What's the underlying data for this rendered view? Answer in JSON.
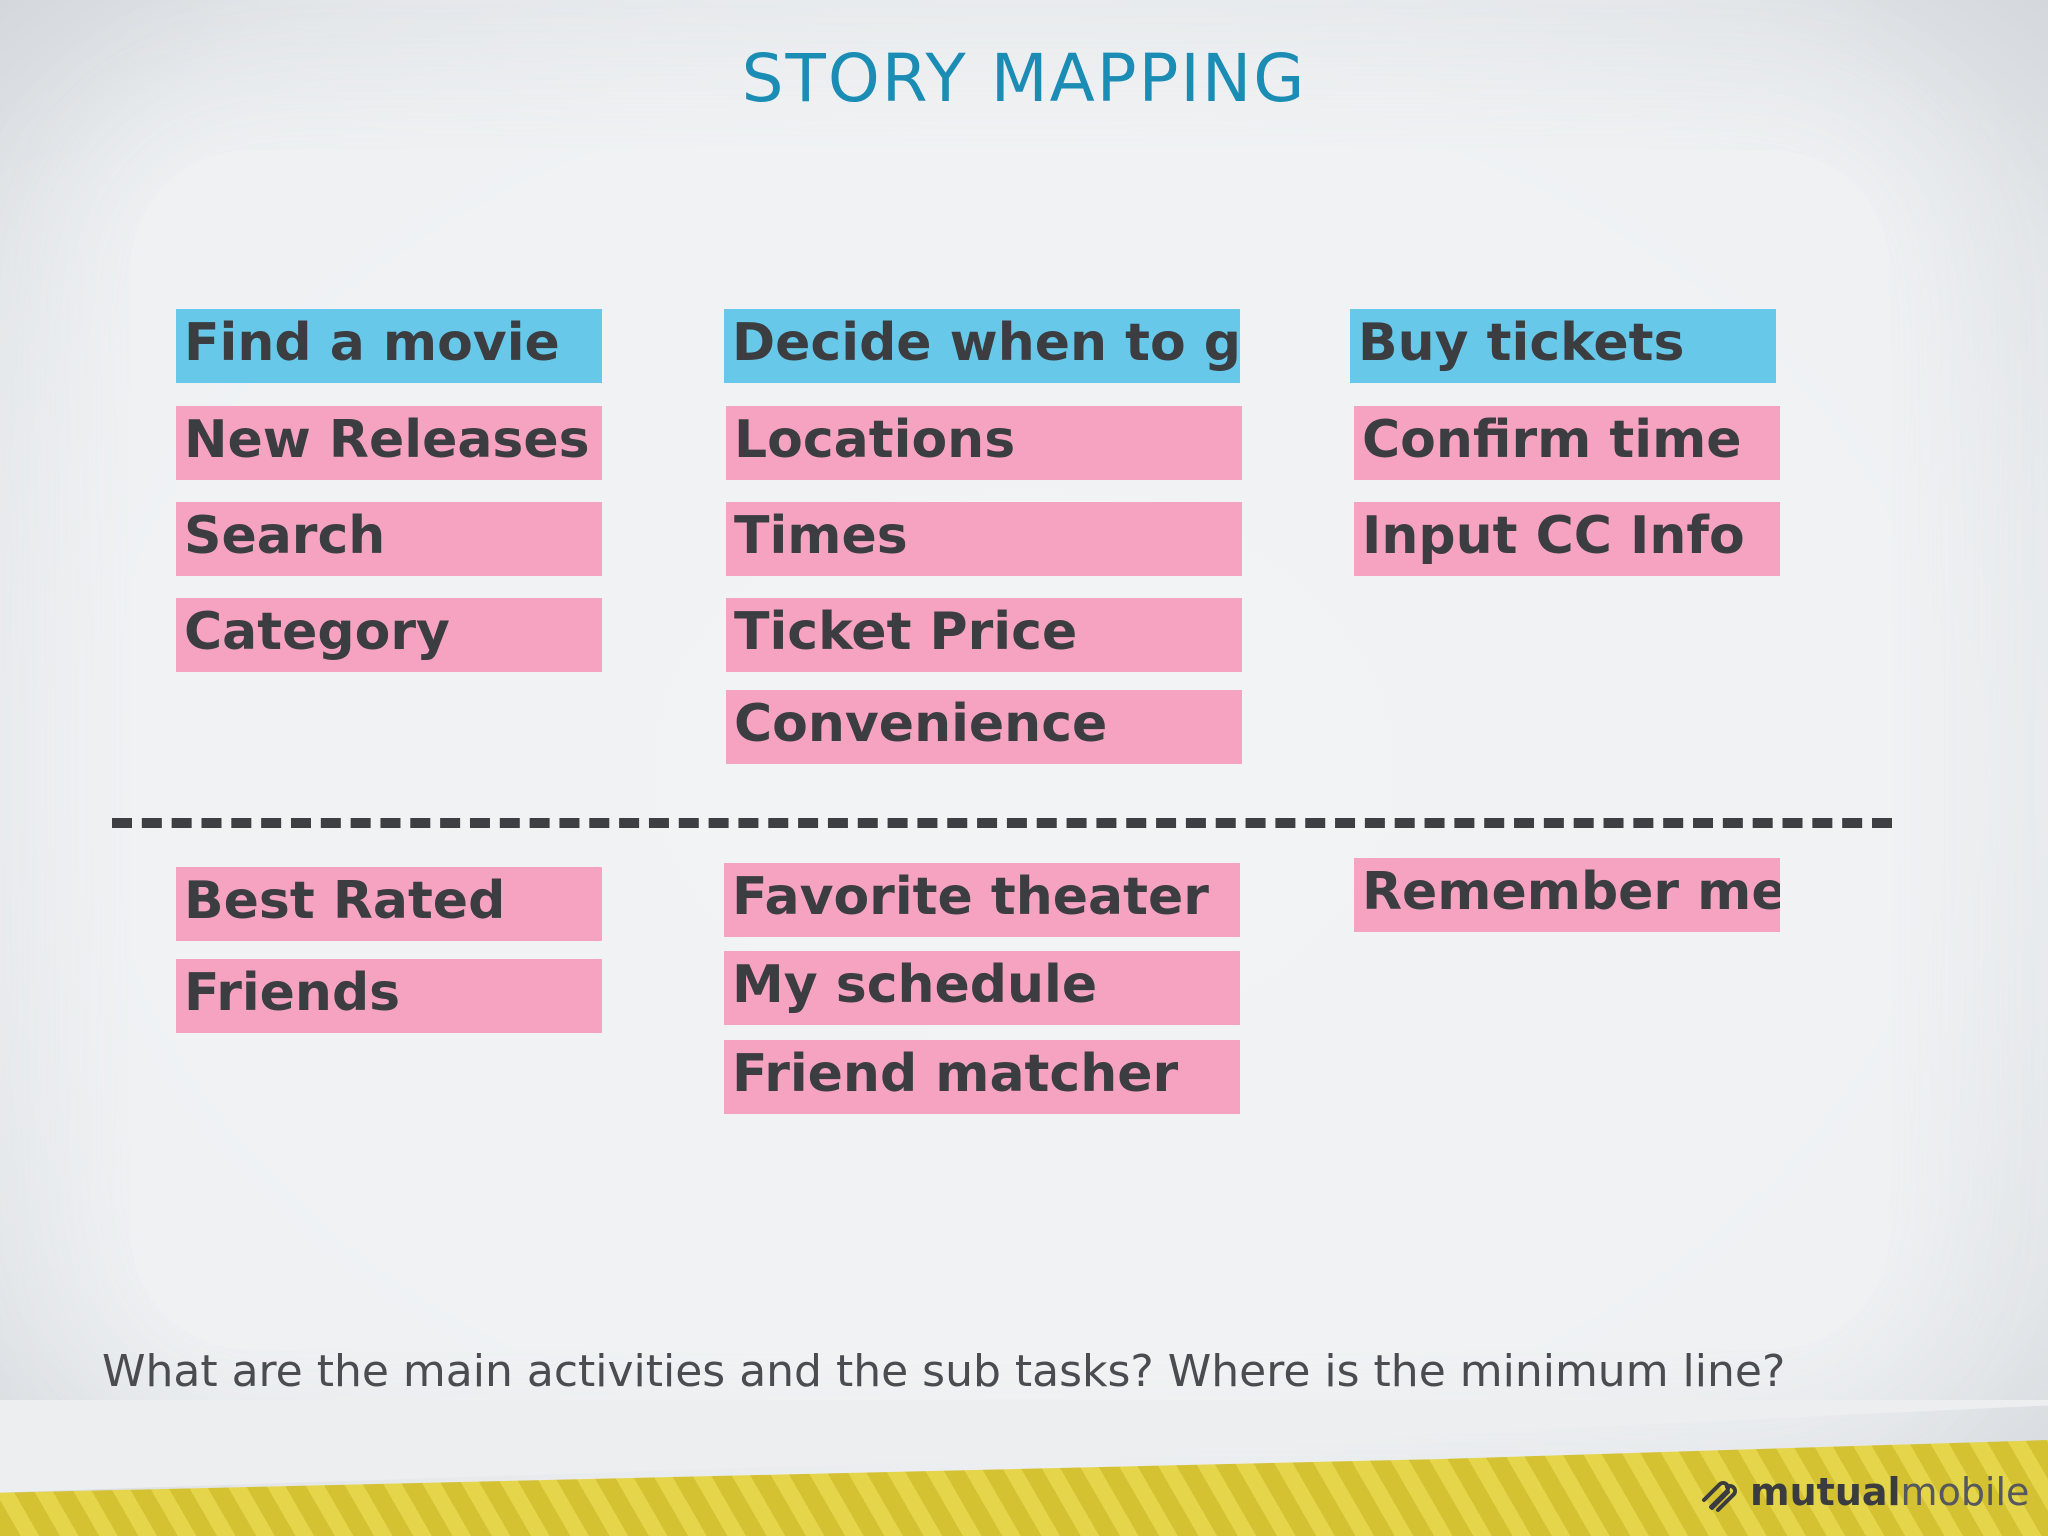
{
  "title": "STORY MAPPING",
  "columns": [
    {
      "activity": "Find a movie",
      "tasks": [
        "New Releases",
        "Search",
        "Category"
      ],
      "later_tasks": [
        "Best Rated",
        "Friends"
      ]
    },
    {
      "activity": "Decide when to go",
      "tasks": [
        "Locations",
        "Times",
        "Ticket Price",
        "Convenience"
      ],
      "later_tasks": [
        "Favorite theater",
        "My schedule",
        "Friend matcher"
      ]
    },
    {
      "activity": "Buy tickets",
      "tasks": [
        "Confirm time",
        "Input CC Info"
      ],
      "later_tasks": [
        "Remember me"
      ]
    }
  ],
  "question": "What are the main activities and the sub tasks? Where is the minimum line?",
  "brand": {
    "name_bold": "mutual",
    "name_light": "mobile",
    "icon": "mutual-mobile-logo-icon"
  },
  "colors": {
    "title": "#1b8db5",
    "activity_card": "#67c8ea",
    "task_card": "#f6a3c2",
    "card_text": "#3b3d40",
    "divider": "#3d3f42"
  }
}
